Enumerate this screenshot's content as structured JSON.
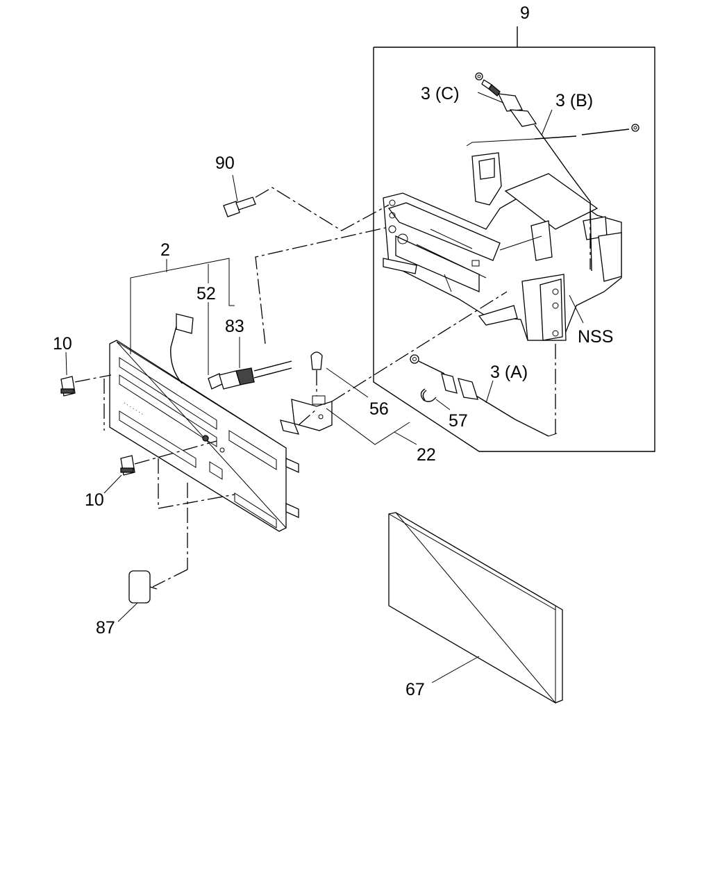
{
  "callouts": {
    "c9": "9",
    "c3c": "3 (C)",
    "c3b": "3 (B)",
    "c90": "90",
    "c2": "2",
    "c52": "52",
    "c83": "83",
    "c10a": "10",
    "c10b": "10",
    "cnss": "NSS",
    "c3a": "3 (A)",
    "c56": "56",
    "c57": "57",
    "c22": "22",
    "c87": "87",
    "c67": "67"
  }
}
